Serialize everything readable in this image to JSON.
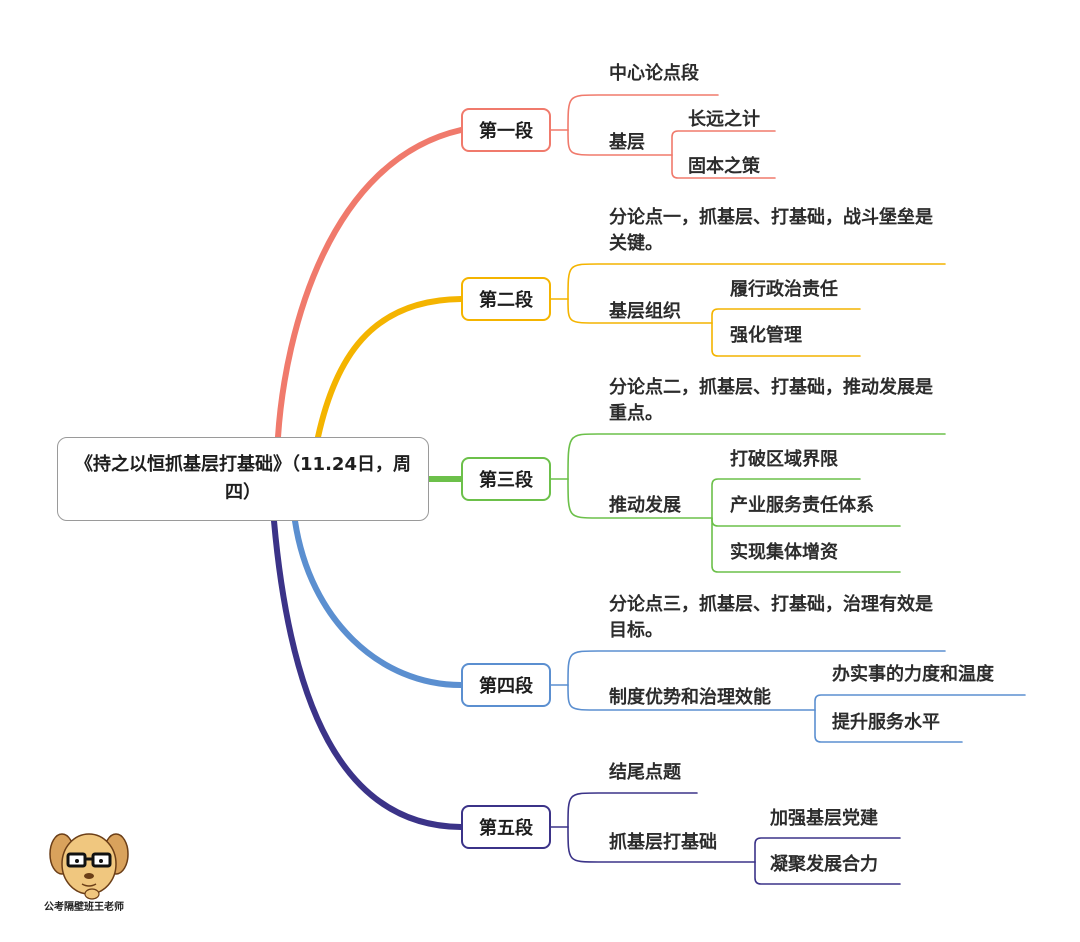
{
  "root": {
    "title": "《持之以恒抓基层打基础》（11.24日，周四）"
  },
  "sections": [
    {
      "label": "第一段",
      "color": "#f07a6c",
      "topics": [
        {
          "label": "中心论点段",
          "children": []
        },
        {
          "label": "基层",
          "children": [
            "长远之计",
            "固本之策"
          ]
        }
      ]
    },
    {
      "label": "第二段",
      "color": "#f4b400",
      "topics": [
        {
          "label": "分论点一，抓基层、打基础，战斗堡垒是关键。",
          "children": []
        },
        {
          "label": "基层组织",
          "children": [
            "履行政治责任",
            "强化管理"
          ]
        }
      ]
    },
    {
      "label": "第三段",
      "color": "#6cc04a",
      "topics": [
        {
          "label": "分论点二，抓基层、打基础，推动发展是重点。",
          "children": []
        },
        {
          "label": "推动发展",
          "children": [
            "打破区域界限",
            "产业服务责任体系",
            "实现集体增资"
          ]
        }
      ]
    },
    {
      "label": "第四段",
      "color": "#5b8fd0",
      "topics": [
        {
          "label": "分论点三，抓基层、打基础，治理有效是目标。",
          "children": []
        },
        {
          "label": "制度优势和治理效能",
          "children": [
            "办实事的力度和温度",
            "提升服务水平"
          ]
        }
      ]
    },
    {
      "label": "第五段",
      "color": "#3b3388",
      "topics": [
        {
          "label": "结尾点题",
          "children": []
        },
        {
          "label": "抓基层打基础",
          "children": [
            "加强基层党建",
            "凝聚发展合力"
          ]
        }
      ]
    }
  ],
  "watermark": {
    "text": "公考隔壁班王老师",
    "icon": "glasses-dog-mascot-icon"
  }
}
